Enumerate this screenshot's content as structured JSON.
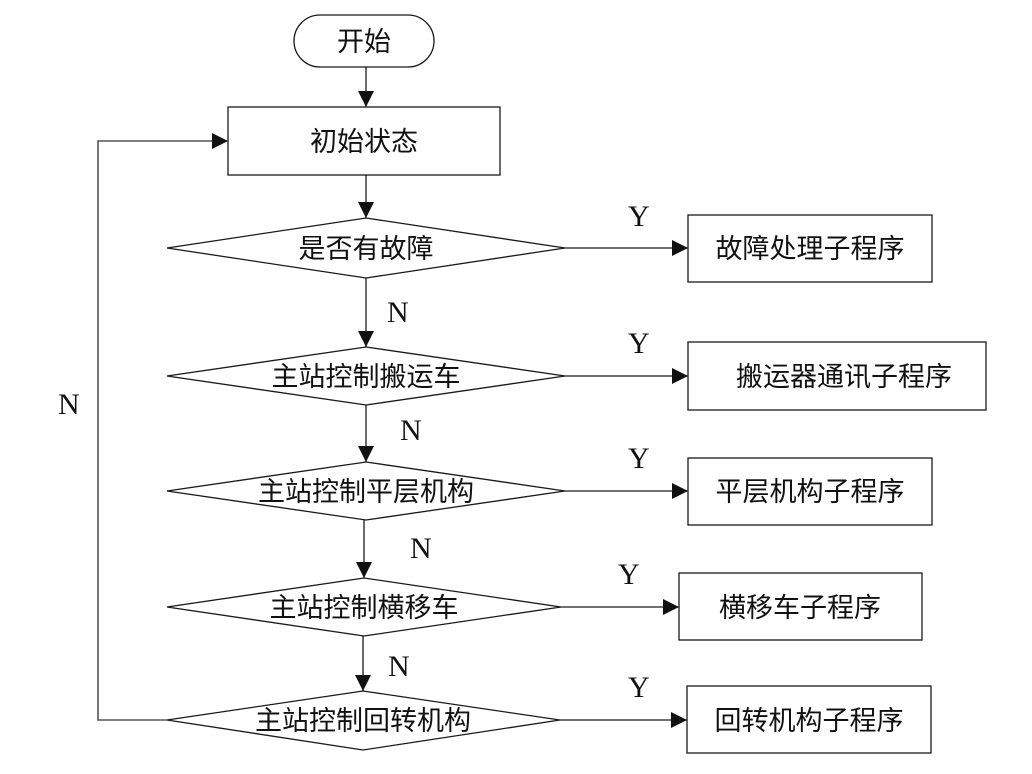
{
  "diagram": {
    "type": "flowchart",
    "start": {
      "label": "开始"
    },
    "initial": {
      "label": "初始状态"
    },
    "decisions": [
      {
        "label": "是否有故障",
        "yes_label": "Y",
        "no_label": "N",
        "yes_target": "故障处理子程序"
      },
      {
        "label": "主站控制搬运车",
        "yes_label": "Y",
        "no_label": "N",
        "yes_target": "搬运器通讯子程序"
      },
      {
        "label": "主站控制平层机构",
        "yes_label": "Y",
        "no_label": "N",
        "yes_target": "平层机构子程序"
      },
      {
        "label": "主站控制横移车",
        "yes_label": "Y",
        "no_label": "N",
        "yes_target": "横移车子程序"
      },
      {
        "label": "主站控制回转机构",
        "yes_label": "Y",
        "no_label": "N",
        "yes_target": "回转机构子程序"
      }
    ],
    "subroutines": [
      {
        "label": "故障处理子程序"
      },
      {
        "label": "搬运器通讯子程序"
      },
      {
        "label": "平层机构子程序"
      },
      {
        "label": "横移车子程序"
      },
      {
        "label": "回转机构子程序"
      }
    ],
    "loop_back_label": "N",
    "colors": {
      "stroke": "#1a1a1a",
      "text": "#111111",
      "background": "#ffffff"
    }
  }
}
